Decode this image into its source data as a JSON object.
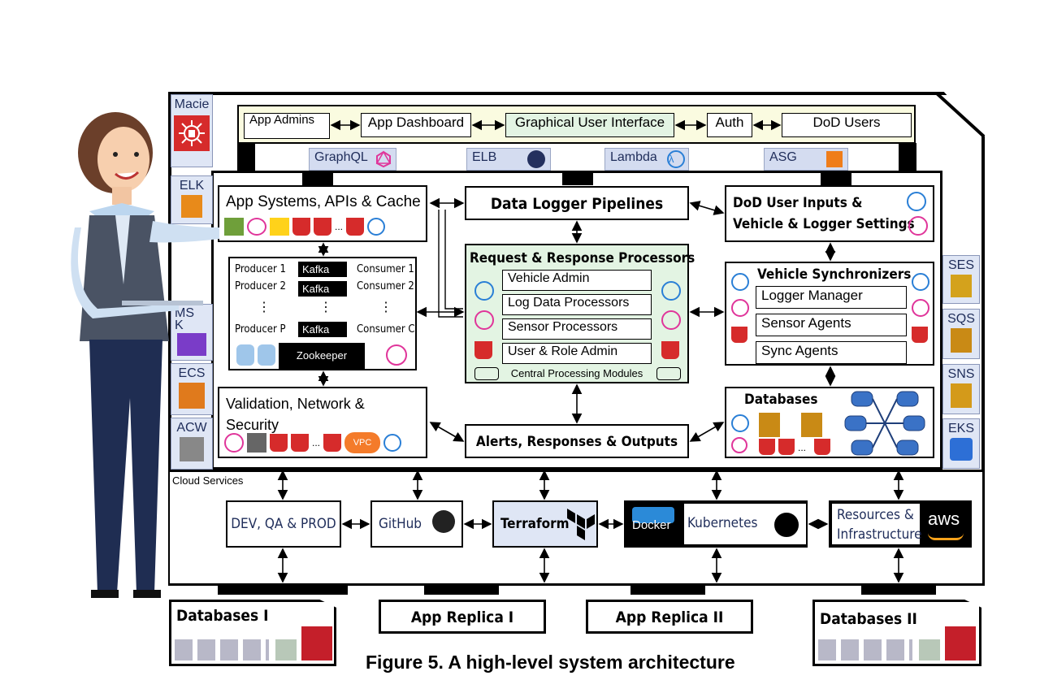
{
  "caption": "Figure 5. A high-level system architecture",
  "left_services": [
    "Macie",
    "ELK",
    "MS K",
    "ECS",
    "ACW"
  ],
  "right_services": [
    "SES",
    "SQS",
    "SNS",
    "EKS"
  ],
  "top_row": {
    "app_admins": "App Admins",
    "app_dashboard": "App Dashboard",
    "gui": "Graphical User Interface",
    "auth": "Auth",
    "dod_users": "DoD Users"
  },
  "gateways": [
    "GraphQL",
    "ELB",
    "Lambda",
    "ASG"
  ],
  "app_systems": {
    "title": "App Systems, APIs & Cache",
    "ellipsis": "..."
  },
  "kafka": {
    "producers": [
      "Producer 1",
      "Producer 2",
      "⋮",
      "Producer P"
    ],
    "brokers": [
      "Kafka",
      "Kafka",
      "⋮",
      "Kafka"
    ],
    "consumers": [
      "Consumer 1",
      "Consumer 2",
      "⋮",
      "Consumer C"
    ],
    "zookeeper": "Zookeeper"
  },
  "validation": {
    "title": "Validation, Network & Security",
    "vpc": "VPC",
    "ellipsis": "..."
  },
  "data_logger": "Data Logger Pipelines",
  "request_response": {
    "title": "Request & Response Processors",
    "items": [
      "Vehicle Admin",
      "Log Data Processors",
      "Sensor Processors",
      "User & Role Admin"
    ],
    "footer": "Central Processing Modules"
  },
  "alerts": "Alerts, Responses & Outputs",
  "dod_inputs": {
    "line1": "DoD User Inputs &",
    "line2": "Vehicle & Logger Settings"
  },
  "vehicle_sync": {
    "title": "Vehicle Synchronizers",
    "items": [
      "Logger Manager",
      "Sensor Agents",
      "Sync Agents"
    ]
  },
  "databases": {
    "title": "Databases",
    "ellipsis": "..."
  },
  "cloud_services": "Cloud Services",
  "bottom_tools": {
    "dev": "DEV, QA & PROD",
    "github": "GitHub",
    "terraform": "Terraform",
    "docker": "Docker",
    "kubernetes": "Kubernetes",
    "resources": "Resources & Infrastructure",
    "aws": "aws"
  },
  "tabs": [
    "Databases I",
    "App Replica I",
    "App Replica II",
    "Databases II"
  ],
  "colors": {
    "accent_red": "#d62b2b",
    "service_blue": "#dfe6f5",
    "green_panel": "#e3f4e3",
    "yellow_bar": "#fafbe0"
  }
}
